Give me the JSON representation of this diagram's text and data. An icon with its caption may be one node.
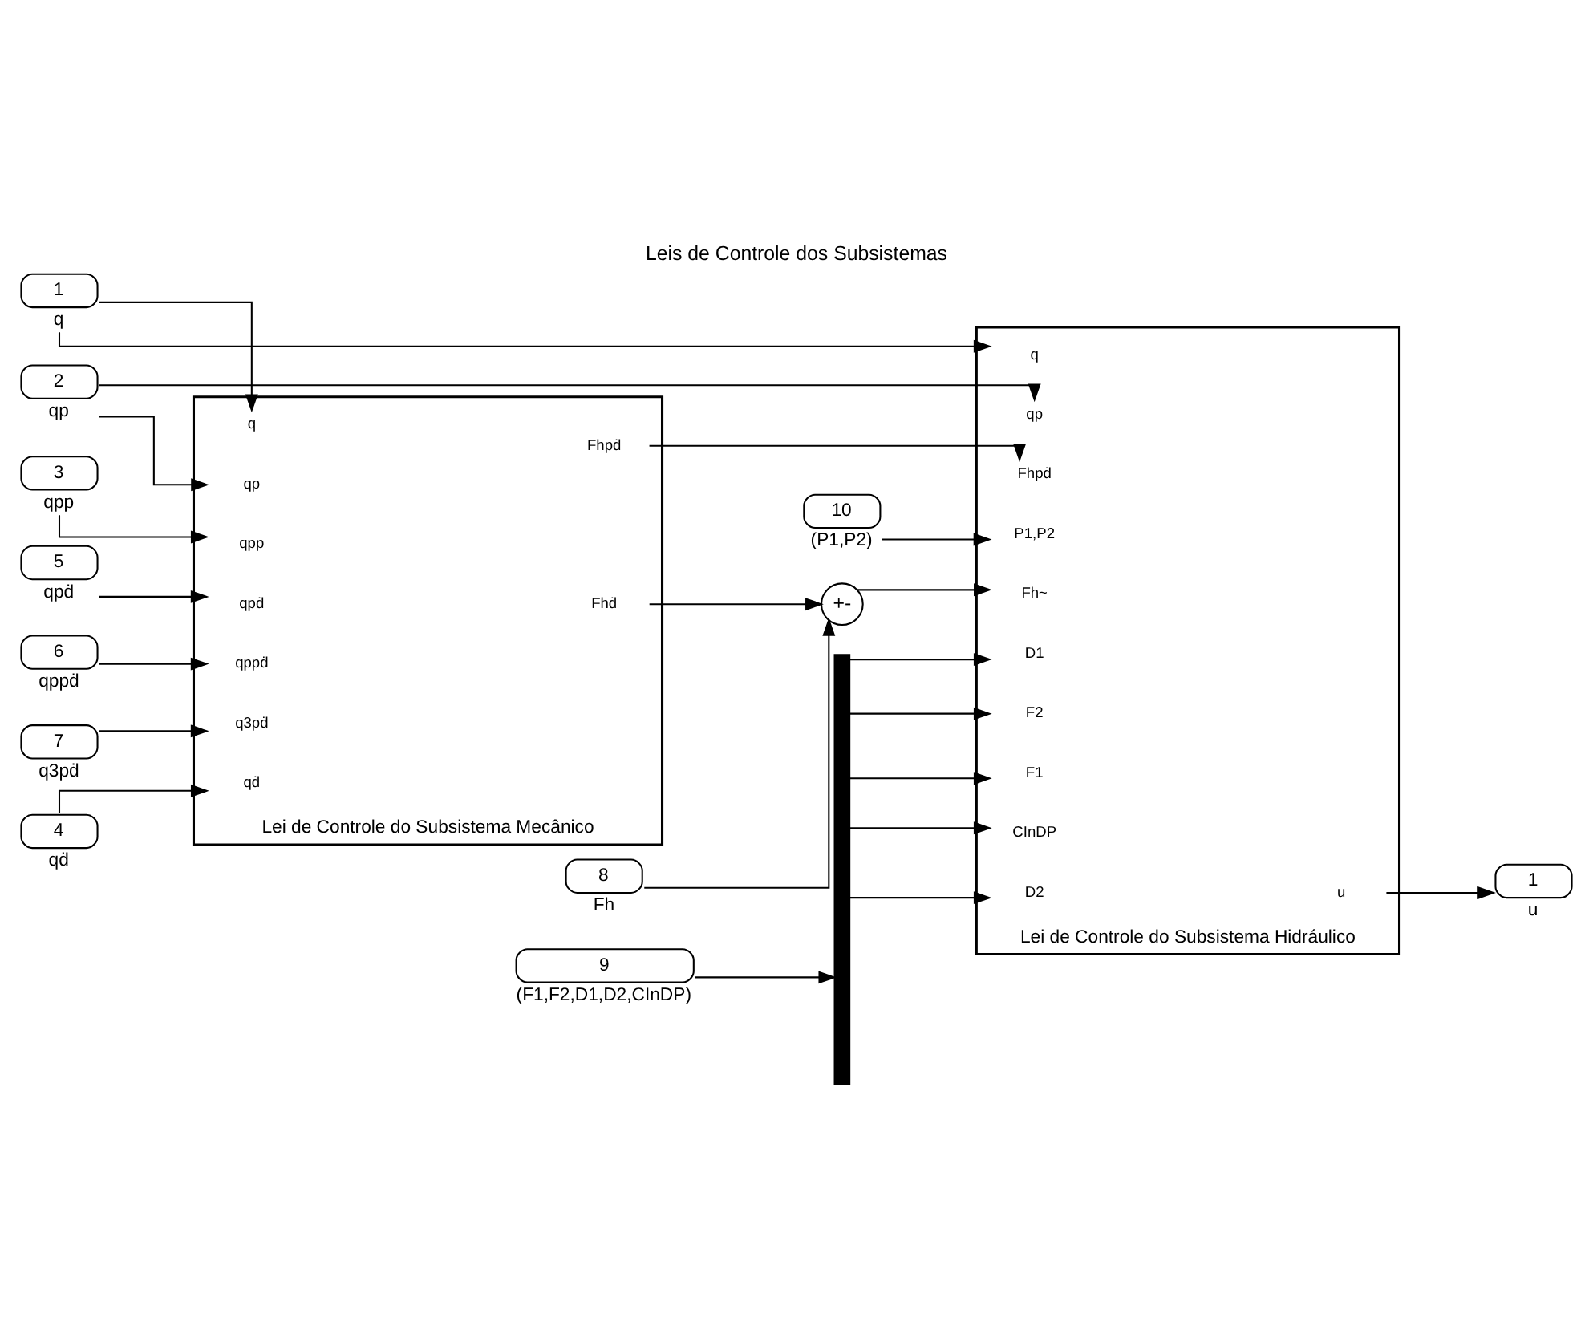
{
  "diagram": {
    "title": "Leis de Controle dos Subsistemas",
    "nodes": [
      {
        "text": [
          "Lei de Controle do Subsistema Mecânico"
        ]
      },
      {
        "text": [
          "q"
        ],
        "in": 0
      },
      {
        "text": [
          "qp"
        ],
        "in": 0
      },
      {
        "text": [
          "qpp"
        ],
        "in": 0
      },
      {
        "text": [
          "qpḋ"
        ],
        "in": 0
      },
      {
        "text": [
          "qppḋ"
        ],
        "in": 0
      },
      {
        "text": [
          "q3pḋ"
        ],
        "in": 0
      },
      {
        "text": [
          "qḋ"
        ],
        "in": 0
      },
      {
        "text": [
          "Fhḋ"
        ],
        "in": 0
      },
      {
        "text": [
          "Fhpḋ"
        ],
        "in": 0
      },
      {
        "text": [
          "Lei de Controle do Subsistema Hidráulico"
        ]
      },
      {
        "text": [
          "Fhpḋ"
        ],
        "in": 10
      },
      {
        "text": [
          "qp"
        ],
        "in": 10
      },
      {
        "text": [
          "F1"
        ],
        "in": 10
      },
      {
        "text": [
          "F2"
        ],
        "in": 10
      },
      {
        "text": [
          "D1"
        ],
        "in": 10
      },
      {
        "text": [
          "D2"
        ],
        "in": 10
      },
      {
        "text": [
          "CInDP"
        ],
        "in": 10
      },
      {
        "text": [
          "Fh~"
        ],
        "in": 10
      },
      {
        "text": [
          "q"
        ],
        "in": 10
      },
      {
        "text": [
          "P1,P2"
        ],
        "in": 10
      },
      {
        "text": [
          "u"
        ],
        "in": 10
      },
      {
        "text": [
          "1"
        ],
        "beside": [
          "q"
        ]
      },
      {
        "text": [
          "2"
        ],
        "beside": [
          "qp"
        ]
      },
      {
        "text": [
          "3"
        ],
        "beside": [
          "qpp"
        ]
      },
      {
        "text": [
          "5"
        ],
        "beside": [
          "qpḋ"
        ]
      },
      {
        "text": [
          "6"
        ],
        "beside": [
          "qppḋ"
        ]
      },
      {
        "text": [
          "7"
        ],
        "beside": [
          "q3pḋ"
        ]
      },
      {
        "text": [
          "4"
        ],
        "beside": [
          "qḋ"
        ]
      },
      {
        "text": [
          "9"
        ],
        "beside": [
          "(F1,F2,D1,D2,CInDP)"
        ]
      },
      {
        "text": [
          "8"
        ],
        "beside": [
          "Fh"
        ]
      },
      {
        "text": [
          "10"
        ],
        "beside": [
          "(P1,P2)"
        ]
      },
      {
        "text": [
          "1"
        ],
        "beside": [
          "u"
        ]
      },
      {
        "text": [],
        "shape": "bar"
      },
      {
        "text": [
          "+",
          "-"
        ]
      }
    ],
    "edges": [
      {
        "from": 22,
        "to": 1,
        "arrow": "to"
      },
      {
        "from": 22,
        "to": 19,
        "arrow": "to"
      },
      {
        "from": 23,
        "to": 2,
        "arrow": "to"
      },
      {
        "from": 23,
        "to": 12,
        "arrow": "to"
      },
      {
        "from": 24,
        "to": 3,
        "arrow": "to"
      },
      {
        "from": 25,
        "to": 4,
        "arrow": "to"
      },
      {
        "from": 26,
        "to": 5,
        "arrow": "to"
      },
      {
        "from": 27,
        "to": 6,
        "arrow": "to"
      },
      {
        "from": 28,
        "to": 7,
        "arrow": "to"
      },
      {
        "from": 9,
        "to": 11,
        "arrow": "to"
      },
      {
        "from": 30,
        "to": 34,
        "arrow": "to"
      },
      {
        "from": 8,
        "to": 34,
        "arrow": "to"
      },
      {
        "from": 34,
        "to": 18,
        "arrow": "to"
      },
      {
        "from": 29,
        "to": 33,
        "arrow": "to"
      },
      {
        "from": 33,
        "to": 13,
        "arrow": "to"
      },
      {
        "from": 33,
        "to": 14,
        "arrow": "to"
      },
      {
        "from": 33,
        "to": 15,
        "arrow": "to"
      },
      {
        "from": 33,
        "to": 16,
        "arrow": "to"
      },
      {
        "from": 33,
        "to": 17,
        "arrow": "to"
      },
      {
        "from": 31,
        "to": 20,
        "arrow": "to"
      },
      {
        "from": 21,
        "to": 32,
        "arrow": "to"
      }
    ]
  }
}
